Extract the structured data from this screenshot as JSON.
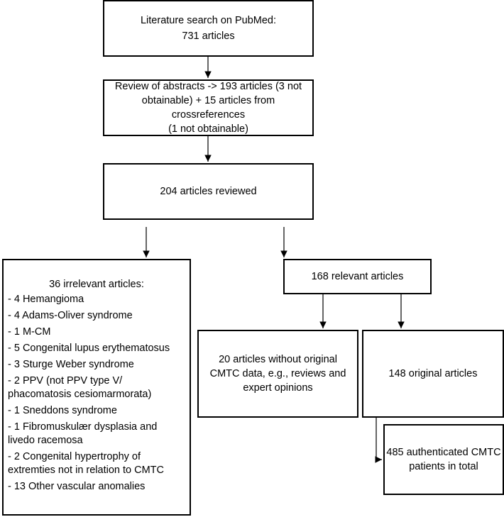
{
  "boxes": {
    "search": {
      "line1": "Literature search on PubMed:",
      "line2": "731 articles"
    },
    "abstracts": {
      "line1": "Review of abstracts -> 193 articles (3 not",
      "line2": "obtainable) + 15  articles from crossreferences",
      "line3": "(1 not obtainable)"
    },
    "reviewed": {
      "text": "204 articles reviewed"
    },
    "irrelevant": {
      "title": "36 irrelevant articles:",
      "items": [
        "- 4 Hemangioma",
        "- 4 Adams-Oliver syndrome",
        "- 1 M-CM",
        "- 5 Congenital lupus erythematosus",
        "- 3 Sturge Weber syndrome",
        " - 2 PPV (not PPV type V/ phacomatosis cesiomarmorata)",
        "- 1 Sneddons syndrome",
        "- 1 Fibromuskulær dysplasia and livedo racemosa",
        "- 2 Congenital hypertrophy of  extremties not in relation to CMTC",
        "- 13 Other vascular anomalies"
      ]
    },
    "relevant": {
      "text": "168 relevant articles"
    },
    "without_original": {
      "line1": "20 articles without original",
      "line2": "CMTC data, e.g., reviews and",
      "line3": "expert opinions"
    },
    "original": {
      "text": "148 original articles"
    },
    "authenticated": {
      "line1": "485 authenticated CMTC",
      "line2": "patients in total"
    }
  }
}
